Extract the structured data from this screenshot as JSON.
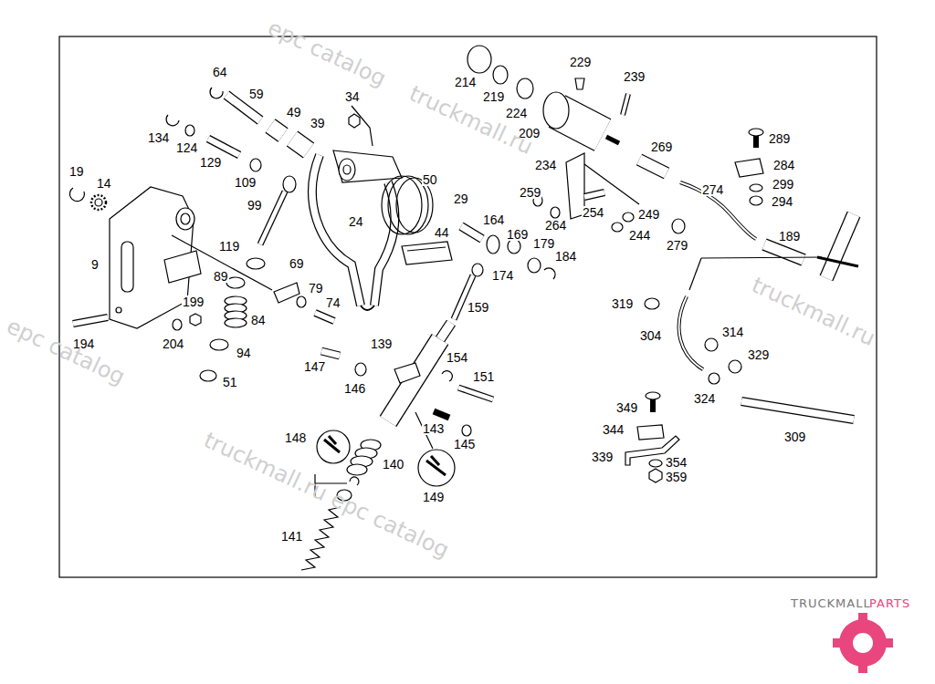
{
  "diagram": {
    "labels": [
      "64",
      "59",
      "49",
      "39",
      "34",
      "134",
      "124",
      "129",
      "109",
      "19",
      "14",
      "99",
      "24",
      "50",
      "29",
      "9",
      "119",
      "69",
      "44",
      "89",
      "79",
      "74",
      "199",
      "84",
      "194",
      "204",
      "94",
      "51",
      "214",
      "219",
      "224",
      "209",
      "229",
      "239",
      "269",
      "234",
      "259",
      "264",
      "254",
      "249",
      "244",
      "279",
      "274",
      "289",
      "284",
      "299",
      "294",
      "164",
      "169",
      "179",
      "184",
      "174",
      "189",
      "159",
      "319",
      "304",
      "314",
      "329",
      "324",
      "139",
      "147",
      "146",
      "154",
      "151",
      "143",
      "145",
      "148",
      "140",
      "149",
      "141",
      "349",
      "344",
      "339",
      "354",
      "359",
      "309",
      "epc catalog",
      "truckmall.ru",
      "truckmall.ru",
      "epc catalog",
      "truckmall.ru epc catalog",
      "TRUCKMALL",
      "PARTS"
    ]
  }
}
